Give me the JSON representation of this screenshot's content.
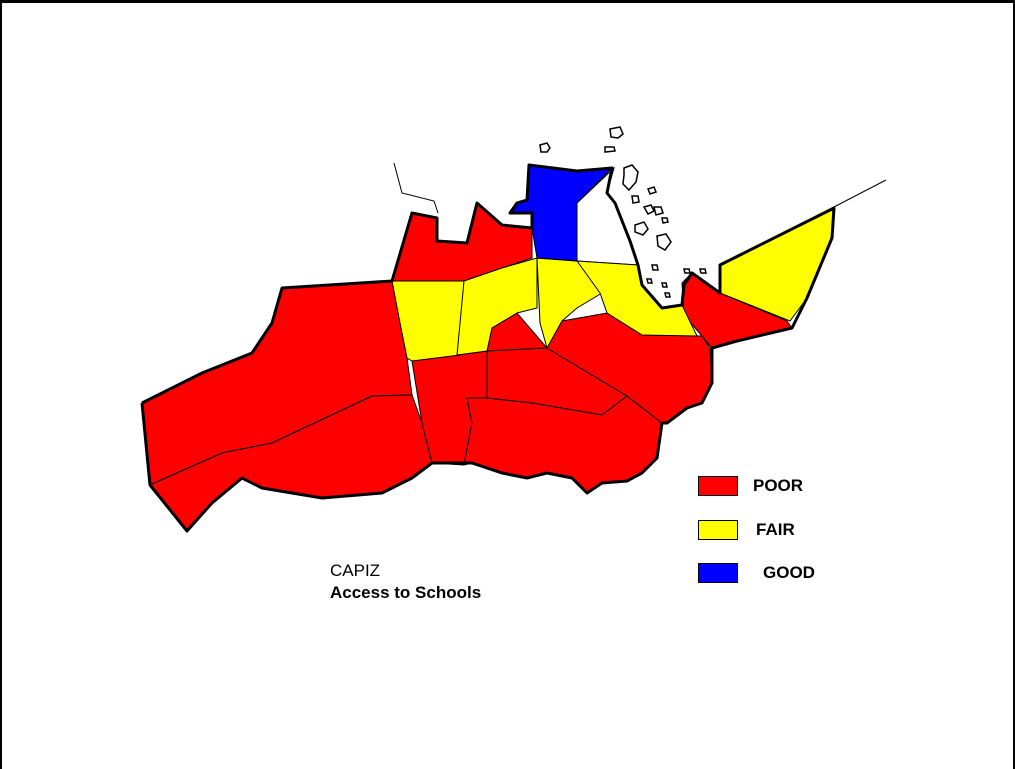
{
  "map": {
    "title": "CAPIZ",
    "subtitle": "Access to Schools",
    "colors": {
      "poor": "#ff0000",
      "fair": "#ffff00",
      "good": "#0000ff",
      "none": "#ffffff",
      "border": "#000000"
    },
    "legend": [
      {
        "key": "poor",
        "label": "POOR",
        "color": "#ff0000"
      },
      {
        "key": "fair",
        "label": "FAIR",
        "color": "#ffff00"
      },
      {
        "key": "good",
        "label": "GOOD",
        "color": "#0000ff"
      }
    ]
  }
}
